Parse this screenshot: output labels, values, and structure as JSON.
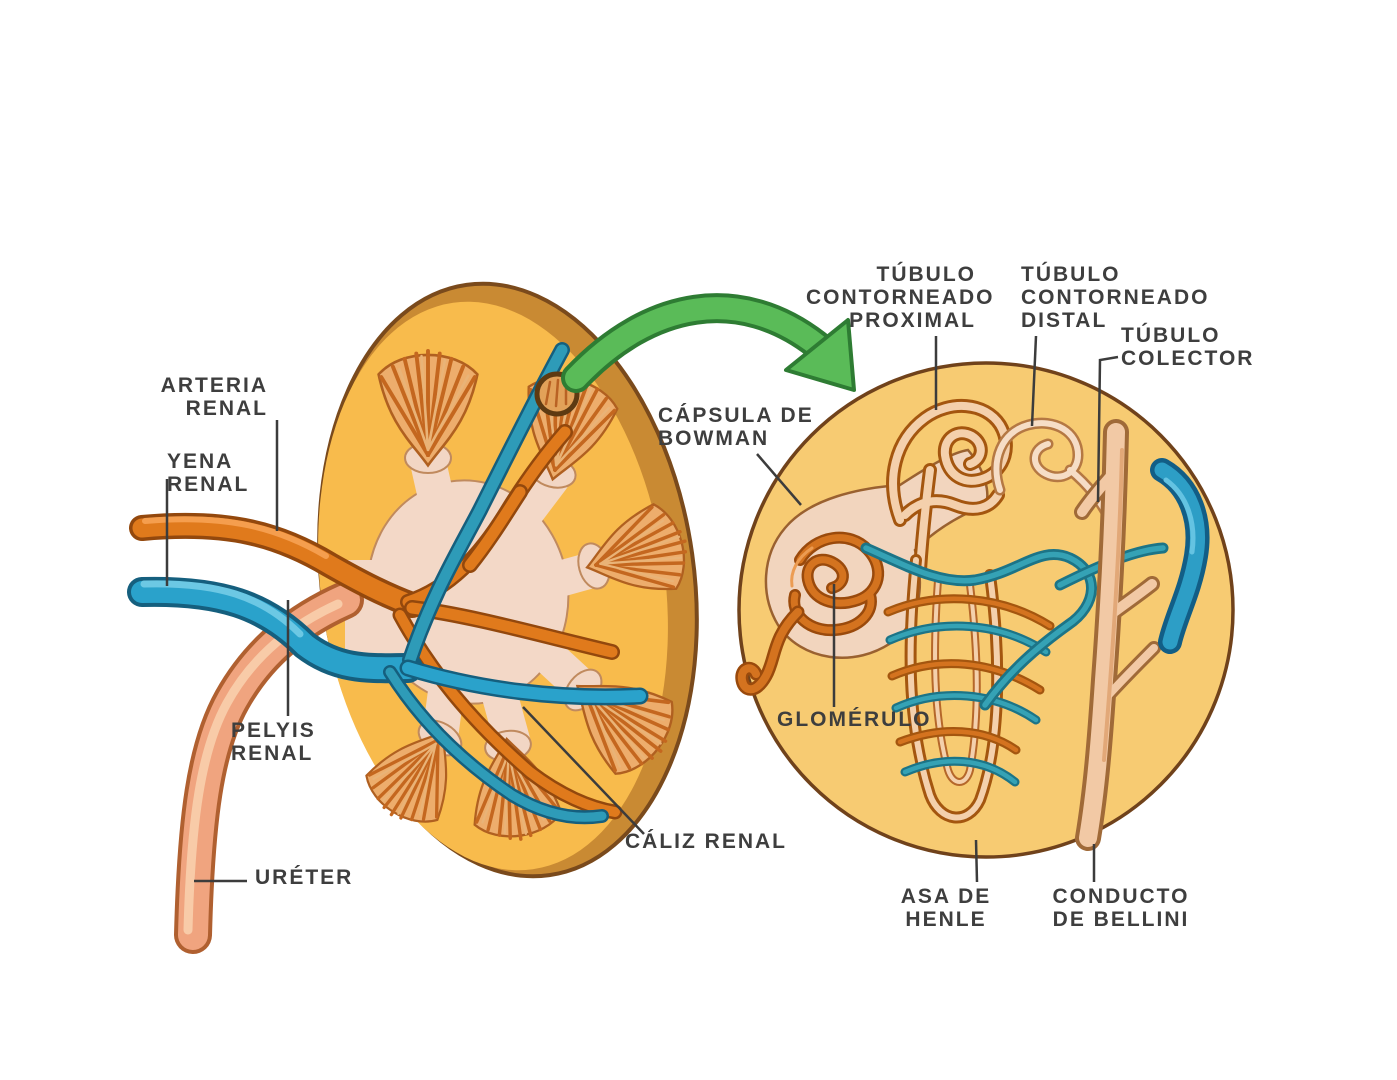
{
  "diagram": {
    "subject": "kidney-and-nephron-anatomy",
    "language": "es",
    "colors": {
      "background": "#FFFFFF",
      "kidney_fill": "#F8BB4C",
      "kidney_rim": "#C98A33",
      "pelvis_fill": "#F3D8C7",
      "pyramid_fill": "#EDAD6C",
      "pyramid_stria": "#C4671F",
      "artery_orange": "#E07A1C",
      "vein_blue": "#2AA2CB",
      "capillary_teal": "#35A2B5",
      "ureter_salmon": "#F0A47F",
      "nephron_bg": "#F7CB72",
      "tubule_pale": "#F4D0AC",
      "arrow_green": "#5ABB58",
      "label_text": "#3E3E3E"
    },
    "kidney_labels": {
      "arteria_renal": {
        "line1": "ARTERIA",
        "line2": "RENAL"
      },
      "vena_renal": {
        "line1": "YENA",
        "line2": "RENAL"
      },
      "pelvis_renal": {
        "line1": "PELYIS",
        "line2": "RENAL"
      },
      "ureter": {
        "line1": "URÉTER"
      },
      "caliz_renal": {
        "line1": "CÁLIZ RENAL"
      }
    },
    "nephron_labels": {
      "tubulo_contorneado_proximal": {
        "line1": "TÚBULO",
        "line2": "CONTORNEADO",
        "line3": "PROXIMAL"
      },
      "tubulo_contorneado_distal": {
        "line1": "TÚBULO",
        "line2": "CONTORNEADO",
        "line3": "DISTAL"
      },
      "tubulo_colector": {
        "line1": "TÚBULO",
        "line2": "COLECTOR"
      },
      "capsula_de_bowman": {
        "line1": "CÁPSULA DE",
        "line2": "BOWMAN"
      },
      "glomerulo": {
        "line1": "GLOMÉRULO"
      },
      "asa_de_henle": {
        "line1": "ASA DE",
        "line2": "HENLE"
      },
      "conducto_de_bellini": {
        "line1": "CONDUCTO",
        "line2": "DE BELLINI"
      }
    }
  }
}
